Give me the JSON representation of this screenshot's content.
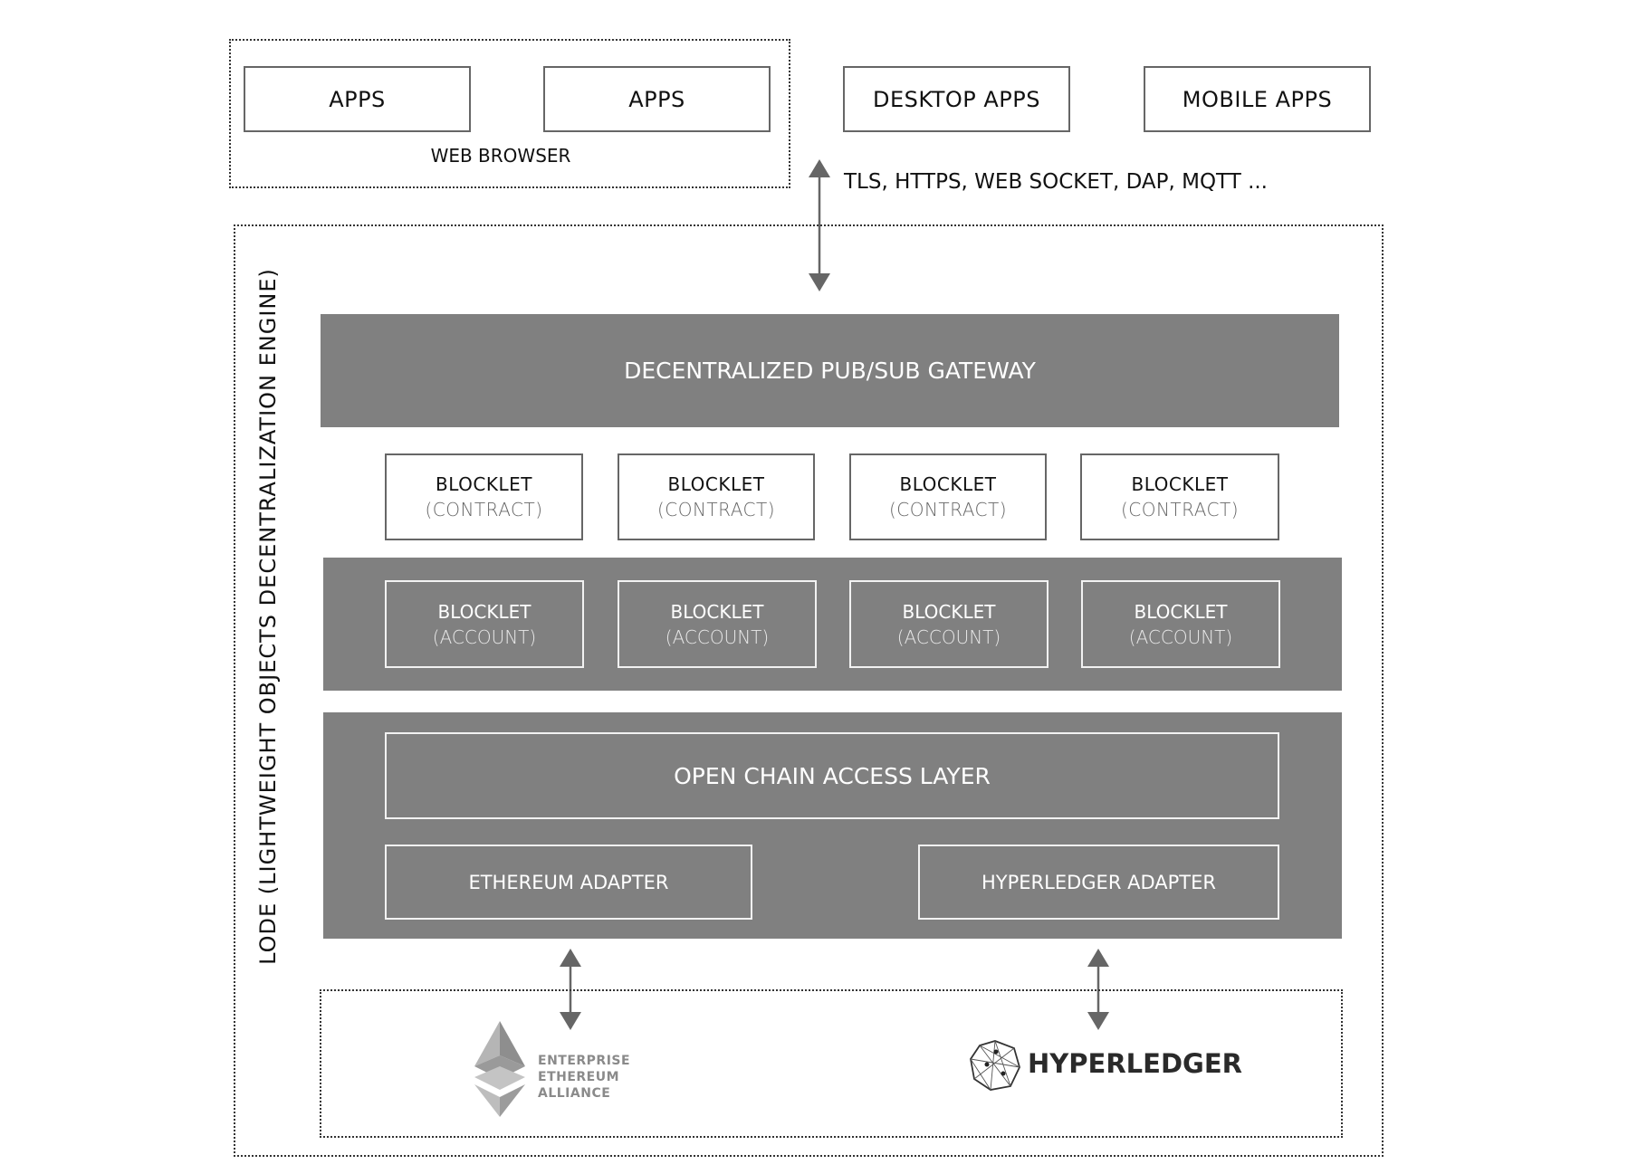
{
  "top": {
    "web_browser_label": "WEB BROWSER",
    "apps": [
      "APPS",
      "APPS"
    ],
    "desktop_apps": "DESKTOP APPS",
    "mobile_apps": "MOBILE APPS",
    "protocols": "TLS, HTTPS, WEB SOCKET, DAP, MQTT ..."
  },
  "lode": {
    "title": "LODE (LIGHTWEIGHT OBJECTS DECENTRALIZATION ENGINE)",
    "gateway": "DECENTRALIZED PUB/SUB GATEWAY",
    "contracts": [
      {
        "name": "BLOCKLET",
        "type": "(CONTRACT)"
      },
      {
        "name": "BLOCKLET",
        "type": "(CONTRACT)"
      },
      {
        "name": "BLOCKLET",
        "type": "(CONTRACT)"
      },
      {
        "name": "BLOCKLET",
        "type": "(CONTRACT)"
      }
    ],
    "accounts": [
      {
        "name": "BLOCKLET",
        "type": "(ACCOUNT)"
      },
      {
        "name": "BLOCKLET",
        "type": "(ACCOUNT)"
      },
      {
        "name": "BLOCKLET",
        "type": "(ACCOUNT)"
      },
      {
        "name": "BLOCKLET",
        "type": "(ACCOUNT)"
      }
    ],
    "open_chain": "OPEN CHAIN ACCESS LAYER",
    "ethereum_adapter": "ETHEREUM ADAPTER",
    "hyperledger_adapter": "HYPERLEDGER ADAPTER"
  },
  "chains": {
    "eea_lines": [
      "ENTERPRISE",
      "ETHEREUM",
      "ALLIANCE"
    ],
    "hyperledger": "HYPERLEDGER"
  },
  "colors": {
    "band": "#808080",
    "arrow": "#666666"
  }
}
